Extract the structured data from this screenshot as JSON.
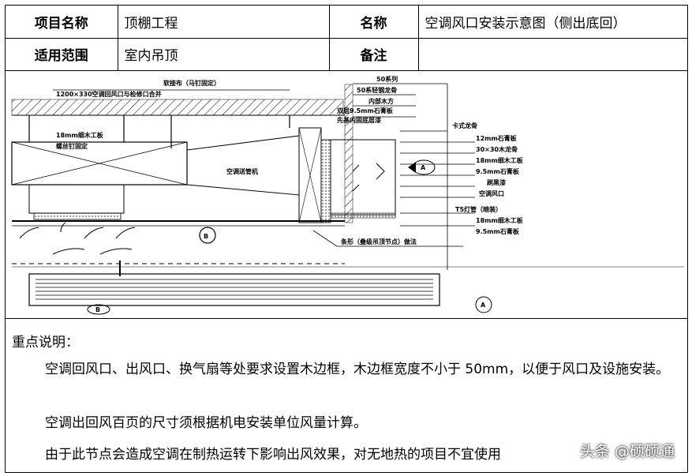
{
  "header": {
    "row1": {
      "label1": "项目名称",
      "value1": "顶棚工程",
      "label2": "名称",
      "value2": "空调风口安装示意图（侧出底回）"
    },
    "row2": {
      "label1": "适用范围",
      "value1": "室内吊顶",
      "label2": "备注",
      "value2": ""
    }
  },
  "drawing": {
    "labels": {
      "top_left_note": "1200×330空调回风口与检修口合并",
      "top_center_note": "软接布（马钉固定）",
      "duct_left_note1": "18mm细木工板",
      "duct_left_note2": "螺丝钉固定",
      "duct_label": "空调送管机",
      "r1": "50系列",
      "r2": "50系轻钢龙骨",
      "r3": "内部木方",
      "r4": "双层9.5mm石膏板",
      "r5": "先基内固底层漆",
      "r6": "卡式龙骨",
      "r7": "12mm石膏板",
      "r8": "30×30木龙骨",
      "r9": "18mm细木工板",
      "r10": "9.5mm石膏板",
      "r11": "刷黑漆",
      "r12": "空调风口",
      "r13": "T5灯管（暗装）",
      "r14": "18mm细木工板",
      "r15": "9.5mm石膏板",
      "bottom_note": "条形（叠级吊顶节点）做法",
      "mark_b": "B",
      "mark_a": "A",
      "mark_b2": "B"
    }
  },
  "notes": {
    "title": "重点说明：",
    "p1": "空调回风口、出风口、换气扇等处要求设置木边框，木边框宽度不小于 50mm，以便于风口及设施安装。",
    "p2": "空调出回风百页的尺寸须根据机电安装单位风量计算。",
    "p3": "由于此节点会造成空调在制热运转下影响出风效果，对无地热的项目不宜使用",
    "watermark": "头条 @硕硕通"
  }
}
